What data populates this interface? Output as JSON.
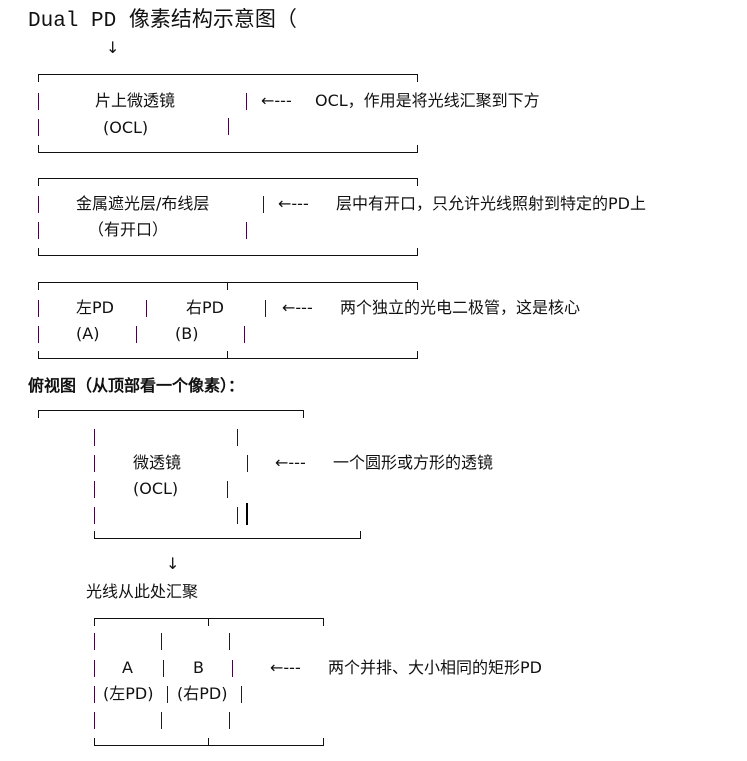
{
  "title": "Dual PD 像素结构示意图（",
  "arrow_down": "↓",
  "arrow_left": "←---",
  "side_view": {
    "ocl": {
      "label": "片上微透镜",
      "sub": "(OCL)",
      "note": "OCL，作用是将光线汇聚到下方"
    },
    "metal": {
      "label": "金属遮光层/布线层",
      "sub": "（有开口）",
      "note": "层中有开口，只允许光线照射到特定的PD上"
    },
    "pd": {
      "left": "左PD",
      "right": "右PD",
      "left_sub": "(A)",
      "right_sub": "(B)",
      "note": "两个独立的光电二极管，这是核心"
    }
  },
  "top_view": {
    "heading": "俯视图（从顶部看一个像素）：",
    "lens": {
      "label": "微透镜",
      "sub": "(OCL)",
      "note": "一个圆形或方形的透镜"
    },
    "converge": "光线从此处汇聚",
    "pd": {
      "a": "A",
      "b": "B",
      "a_sub": "(左PD)",
      "b_sub": "(右PD)",
      "note": "两个并排、大小相同的矩形PD"
    }
  }
}
